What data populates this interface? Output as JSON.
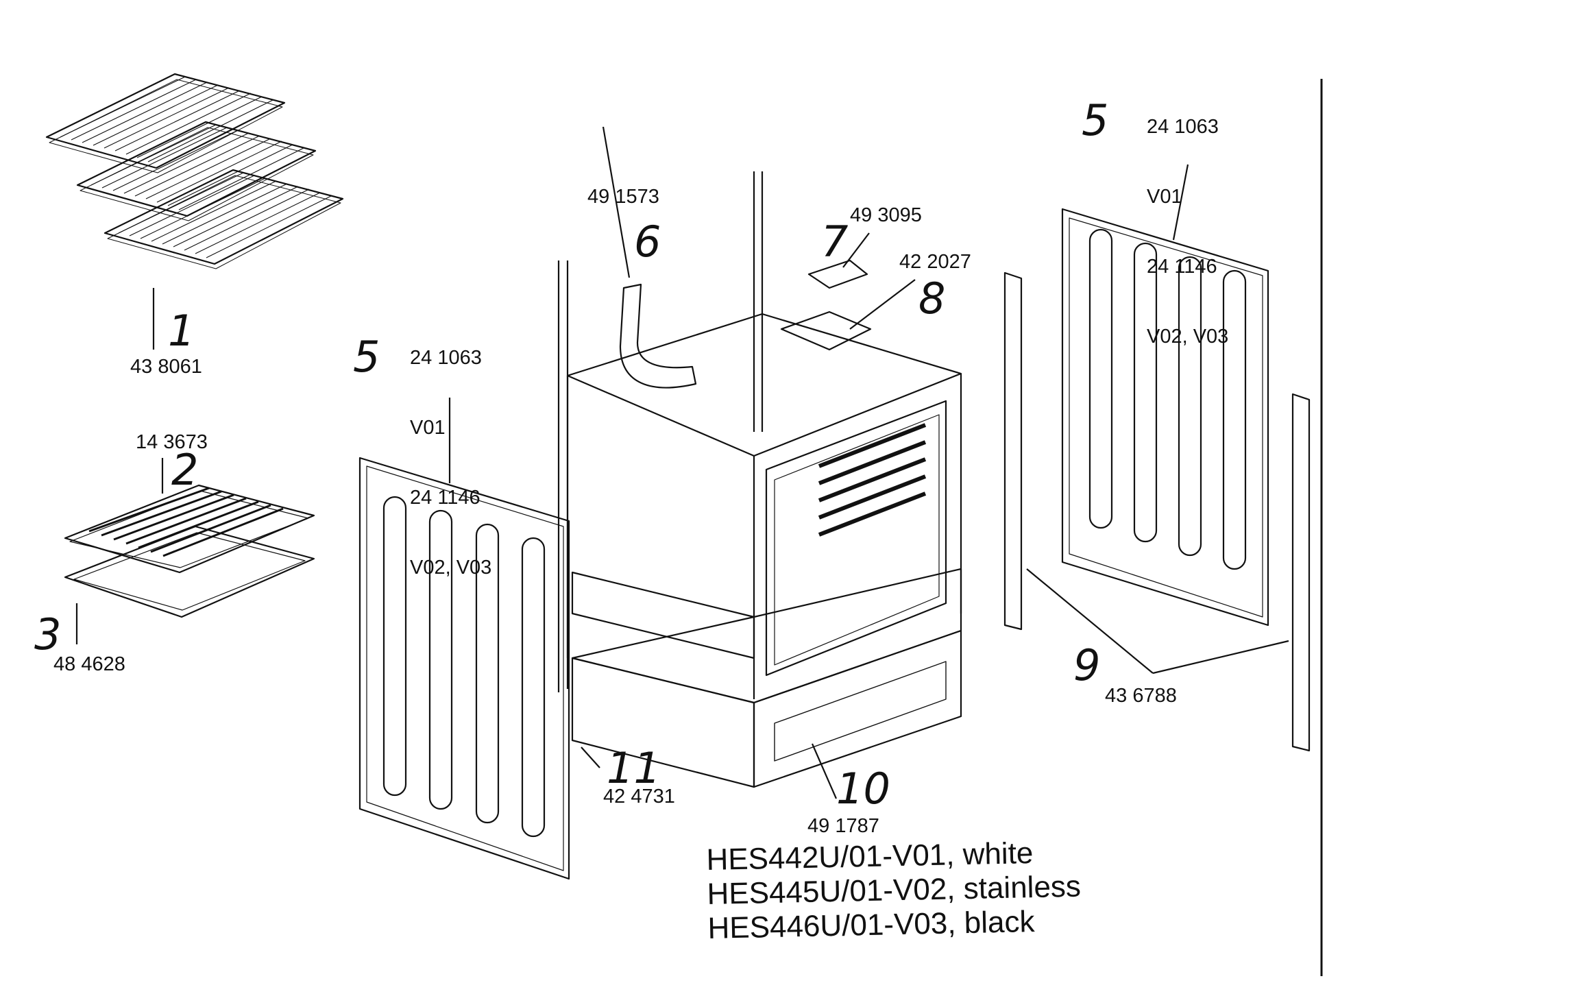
{
  "parts": [
    {
      "index": "1",
      "part_number": "43 8061"
    },
    {
      "index": "2",
      "part_number": "14 3673"
    },
    {
      "index": "3",
      "part_number": "48 4628"
    },
    {
      "index": "5",
      "part_number_lines": [
        "24 1063",
        "V01",
        "24 1146",
        "V02, V03"
      ]
    },
    {
      "index": "6",
      "part_number": "49 1573"
    },
    {
      "index": "7",
      "part_number": "49 3095"
    },
    {
      "index": "8",
      "part_number": "42 2027"
    },
    {
      "index": "9",
      "part_number": "43 6788"
    },
    {
      "index": "10",
      "part_number": "49 1787"
    },
    {
      "index": "11",
      "part_number": "42 4731"
    }
  ],
  "models": [
    "HES442U/01-V01, white",
    "HES445U/01-V02, stainless",
    "HES446U/01-V03, black"
  ]
}
